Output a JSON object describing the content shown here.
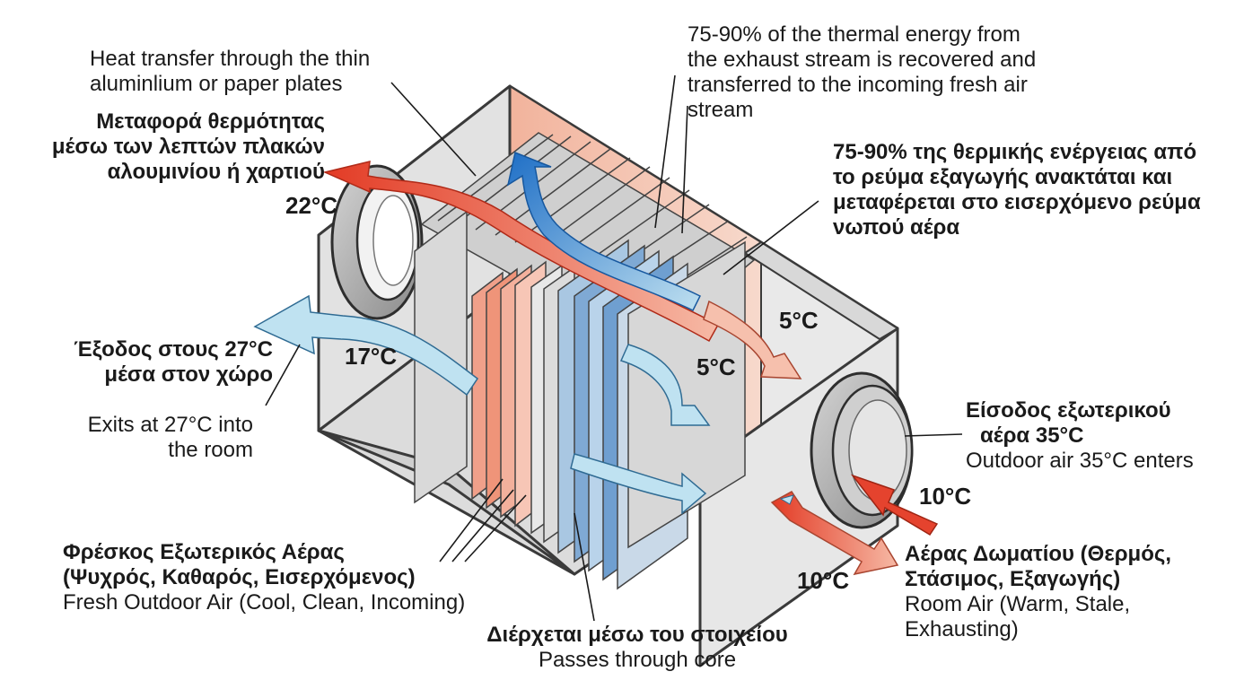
{
  "labels": {
    "plates_en": [
      "Heat transfer through the thin",
      "aluminlium or paper plates"
    ],
    "plates_gr": [
      "Μεταφορά θερμότητας",
      "μέσω των λεπτών πλακών",
      "αλουμινίου ή χαρτιού"
    ],
    "recovery_en": [
      "75-90% of the thermal energy from",
      "the exhaust stream is recovered and",
      "transferred to the incoming fresh air",
      "stream"
    ],
    "recovery_gr": [
      "75-90% της θερμικής ενέργειας από",
      "το ρεύμα εξαγωγής ανακτάται και",
      "μεταφέρεται στο εισερχόμενο ρεύμα",
      "νωπού αέρα"
    ],
    "exit_gr": [
      "Έξοδος στους 27°C",
      "μέσα στον χώρο"
    ],
    "exit_en": [
      "Exits at 27°C into",
      "the room"
    ],
    "outdoor_gr": [
      "Είσοδος εξωτερικού",
      "αέρα 35°C"
    ],
    "outdoor_en": "Outdoor air 35°C enters",
    "fresh_gr": [
      "Φρέσκος Εξωτερικός Αέρας",
      "(Ψυχρός, Καθαρός, Εισερχόμενος)"
    ],
    "fresh_en": "Fresh Outdoor Air (Cool, Clean, Incoming)",
    "core_gr": "Διέρχεται μέσω του στοιχείου",
    "core_en": "Passes through core",
    "room_gr": [
      "Αέρας Δωματίου (Θερμός,",
      "Στάσιμος, Εξαγωγής)"
    ],
    "room_en": [
      "Room Air (Warm, Stale,",
      "Exhausting)"
    ]
  },
  "temperatures": {
    "exhaust_out": "22°C",
    "supply_out": "17°C",
    "mid_blue": "5°C",
    "mid_red": "5°C",
    "inlet_right": "10°C",
    "bottom_right": "10°C"
  },
  "colors": {
    "warm": "#e8533a",
    "warm_light": "#f4a58f",
    "cool": "#2a78c8",
    "cool_light": "#a9d6ea",
    "casing": "#e6e6e6",
    "casing_edge": "#3a3a3a",
    "duct": "#9a9a9a"
  },
  "icons": [
    "warm-exhaust-arrow",
    "cool-supply-arrow",
    "fresh-air-inlet-arrow",
    "room-air-inlet-arrow",
    "circular-duct"
  ]
}
